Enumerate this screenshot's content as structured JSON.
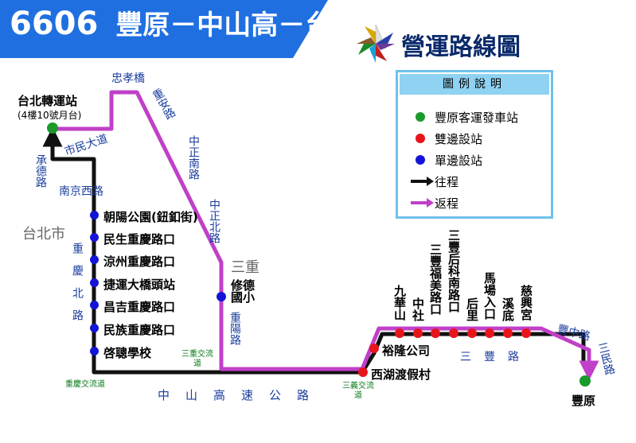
{
  "header": {
    "route_number": "6606",
    "route_name": "豐原－中山高－台北",
    "operator_title": "營運路線圖",
    "bg_color": "#1f6fe0",
    "logo": "pinwheel-logo"
  },
  "legend": {
    "title": "圖例說明",
    "items": [
      {
        "label": "豐原客運發車站",
        "symbol": "green-dot",
        "color": "#1a9a2a"
      },
      {
        "label": "雙邊設站",
        "symbol": "red-dot",
        "color": "#e8141c"
      },
      {
        "label": "單邊設站",
        "symbol": "blue-dot",
        "color": "#1414d8"
      },
      {
        "label": "往程",
        "symbol": "black-arrow",
        "color": "#111111"
      },
      {
        "label": "返程",
        "symbol": "magenta-arrow",
        "color": "#c040c8"
      }
    ]
  },
  "terminals": {
    "taipei": {
      "name": "台北轉運站",
      "note": "(4樓10號月台)"
    },
    "fengyuan": {
      "name": "豐原"
    }
  },
  "stops_left": [
    "朝陽公園(鈕釦街)",
    "民生重慶路口",
    "涼州重慶路口",
    "捷運大橋頭站",
    "昌吉重慶路口",
    "民族重慶路口",
    "啓聰學校"
  ],
  "stop_sanchong": "修德國小",
  "stops_fengyuan": [
    "九華山",
    "中社",
    "三豐福美路口",
    "三豐后科南路口",
    "后里",
    "馬場入口",
    "溪底",
    "慈興宮"
  ],
  "stops_xihu": [
    "裕隆公司",
    "西湖渡假村"
  ],
  "roads": {
    "shimin": "市民大道",
    "zhongxiao": "忠孝橋",
    "chongan": "重安路",
    "zhongzheng_s": "中正南路",
    "zhongzheng_n": "中正北路",
    "chongyang": "重陽路",
    "chengde": "承德路",
    "nanjing_w": "南京西路",
    "chongqing_n": "重慶北路",
    "highway": "中山高速公路",
    "sanfeng": "三豐路",
    "fengzhong": "豐中路",
    "sanmin": "三民路"
  },
  "cities": {
    "taipei": "台北市",
    "sanchong": "三重"
  },
  "interchanges": {
    "chongqing": "重慶交流道",
    "sanchong": "三重交流道",
    "sanyi": "三義交流道"
  },
  "colors": {
    "outbound": "#111111",
    "inbound": "#c040c8",
    "terminal": "#1a9a2a",
    "both_sides": "#e8141c",
    "one_side": "#1414d8"
  }
}
